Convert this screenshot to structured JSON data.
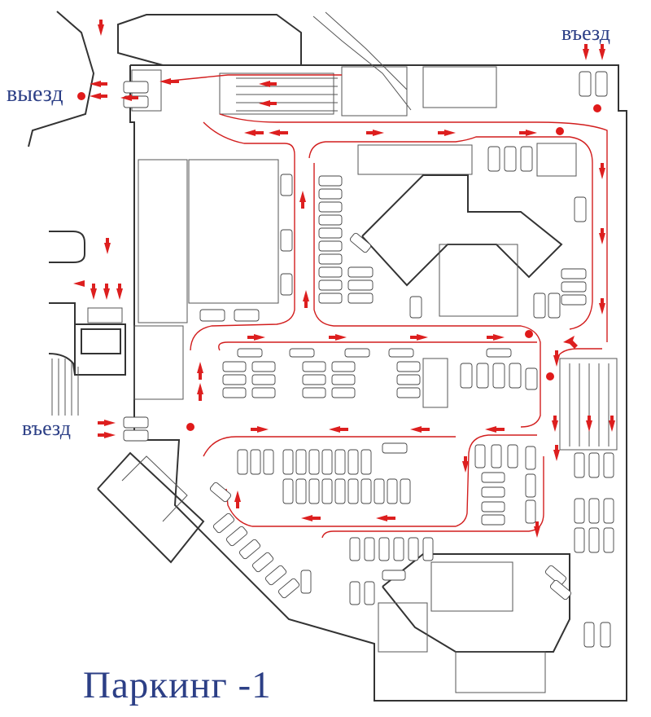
{
  "map": {
    "title": "Паркинг   -1",
    "labels": {
      "entry_top_right": "въезд",
      "exit_top_left": "выезд",
      "entry_left": "въезд"
    },
    "colors": {
      "label_text": "#2c3f86",
      "traffic_arrows": "#dd1f1f",
      "lane_lines": "#d21e1e",
      "walls": "#333333",
      "background": "#ffffff"
    },
    "icons": [
      "red-direction-arrow",
      "no-entry-sign",
      "parked-car",
      "stair-icon",
      "elevator-icon"
    ]
  }
}
